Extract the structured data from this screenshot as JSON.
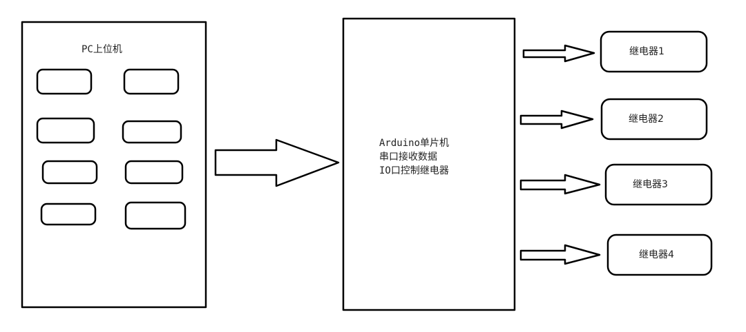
{
  "pc": {
    "title": "PC上位机"
  },
  "mcu": {
    "line1": "Arduino单片机",
    "line2": "串口接收数据",
    "line3": "IO口控制继电器"
  },
  "relays": [
    {
      "label": "继电器1"
    },
    {
      "label": "继电器2"
    },
    {
      "label": "继电器3"
    },
    {
      "label": "继电器4"
    }
  ]
}
